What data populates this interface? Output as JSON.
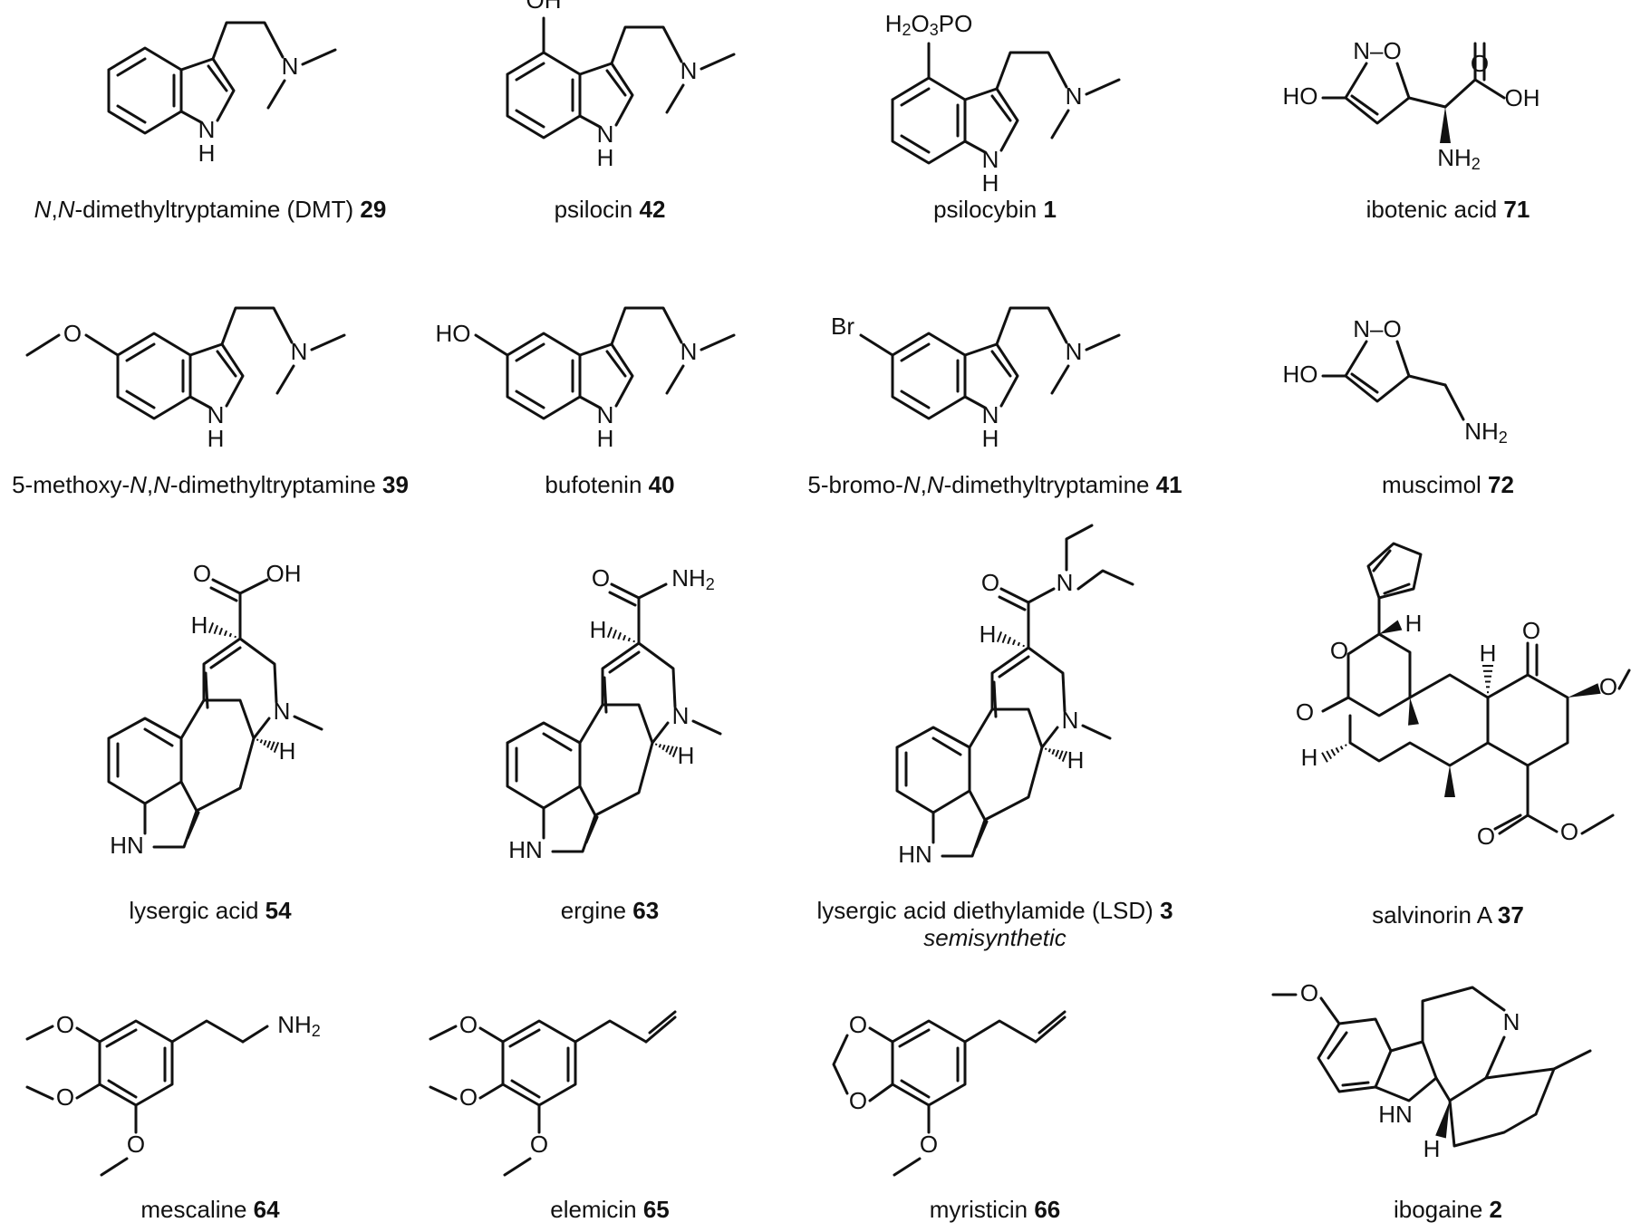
{
  "compounds": [
    {
      "id": "dmt",
      "name_parts": [
        {
          "t": "N",
          "i": true
        },
        {
          "t": ","
        },
        {
          "t": "N",
          "i": true
        },
        {
          "t": "-dimethyltryptamine (DMT) "
        }
      ],
      "number": "29"
    },
    {
      "id": "psilocin",
      "name_parts": [
        {
          "t": "psilocin "
        }
      ],
      "number": "42"
    },
    {
      "id": "psilocybin",
      "name_parts": [
        {
          "t": "psilocybin "
        }
      ],
      "number": "1"
    },
    {
      "id": "ibotenic",
      "name_parts": [
        {
          "t": "ibotenic acid "
        }
      ],
      "number": "71"
    },
    {
      "id": "meodmt",
      "name_parts": [
        {
          "t": "5-methoxy-"
        },
        {
          "t": "N",
          "i": true
        },
        {
          "t": ","
        },
        {
          "t": "N",
          "i": true
        },
        {
          "t": "-dimethyltryptamine "
        }
      ],
      "number": "39"
    },
    {
      "id": "bufotenin",
      "name_parts": [
        {
          "t": "bufotenin "
        }
      ],
      "number": "40"
    },
    {
      "id": "brdmt",
      "name_parts": [
        {
          "t": "5-bromo-"
        },
        {
          "t": "N",
          "i": true
        },
        {
          "t": ","
        },
        {
          "t": "N",
          "i": true
        },
        {
          "t": "-dimethyltryptamine "
        }
      ],
      "number": "41"
    },
    {
      "id": "muscimol",
      "name_parts": [
        {
          "t": "muscimol "
        }
      ],
      "number": "72"
    },
    {
      "id": "lysergic",
      "name_parts": [
        {
          "t": "lysergic acid "
        }
      ],
      "number": "54"
    },
    {
      "id": "ergine",
      "name_parts": [
        {
          "t": "ergine "
        }
      ],
      "number": "63"
    },
    {
      "id": "lsd",
      "name_parts": [
        {
          "t": "lysergic acid diethylamide (LSD) "
        }
      ],
      "number": "3",
      "note": "semisynthetic"
    },
    {
      "id": "salvinorin",
      "name_parts": [
        {
          "t": "salvinorin A "
        }
      ],
      "number": "37"
    },
    {
      "id": "mescaline",
      "name_parts": [
        {
          "t": "mescaline "
        }
      ],
      "number": "64"
    },
    {
      "id": "elemicin",
      "name_parts": [
        {
          "t": "elemicin "
        }
      ],
      "number": "65"
    },
    {
      "id": "myristicin",
      "name_parts": [
        {
          "t": "myristicin "
        }
      ],
      "number": "66"
    },
    {
      "id": "ibogaine",
      "name_parts": [
        {
          "t": "ibogaine "
        }
      ],
      "number": "2"
    }
  ],
  "atom_labels": {
    "N": "N",
    "H": "H",
    "O": "O",
    "N_O": "N–O",
    "OH": "OH",
    "HO": "HO",
    "Br": "Br",
    "HN": "HN",
    "H2O3PO": [
      "H",
      "2",
      "O",
      "3",
      "PO"
    ],
    "NH2": [
      "NH",
      "2"
    ]
  }
}
